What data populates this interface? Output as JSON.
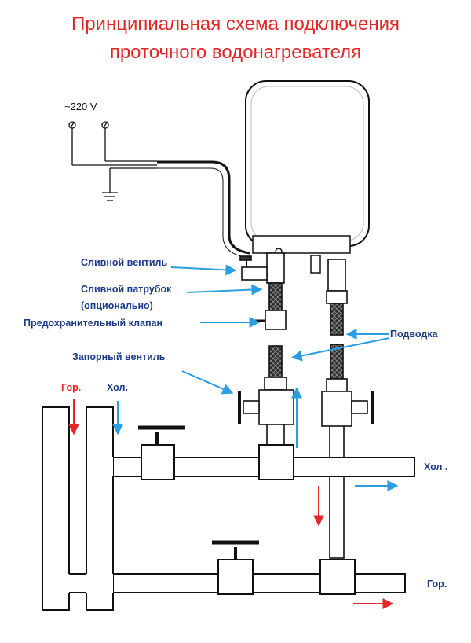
{
  "title": {
    "line1": "Принципиальная схема подключения",
    "line2": "проточного водонагревателя"
  },
  "supply": {
    "voltage": "~220 V"
  },
  "labels": {
    "drain_valve": "Сливной вентиль",
    "drain_pipe": "Сливной патрубок",
    "drain_pipe_note": "(опционально)",
    "safety_valve": "Предохранительный клапан",
    "connection": "Подводка",
    "shutoff_valve": "Запорный вентиль"
  },
  "flows": {
    "hot_top": "Гор.",
    "cold_top": "Хол.",
    "cold_right": "Хол .",
    "hot_right": "Гор."
  },
  "colors": {
    "title": "#e32626",
    "label": "#1a3a86",
    "blue_arrow": "#2a9ee0",
    "red_arrow": "#e32626",
    "line": "#111111"
  }
}
